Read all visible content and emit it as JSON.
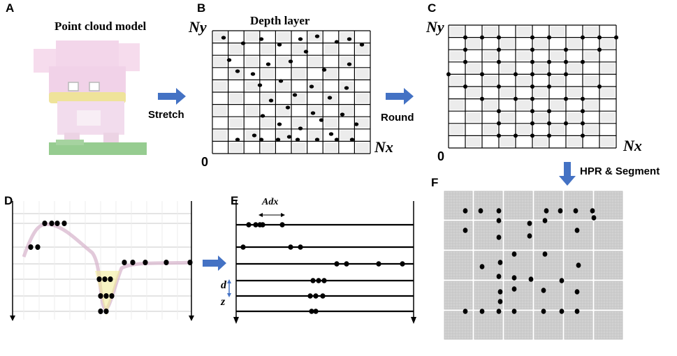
{
  "panels": {
    "A": {
      "letter": "A",
      "title": "Point cloud model"
    },
    "B": {
      "letter": "B",
      "title": "Depth layer",
      "y_axis": "Ny",
      "x_axis": "Nx",
      "origin": "0"
    },
    "C": {
      "letter": "C",
      "y_axis": "Ny",
      "x_axis": "Nx",
      "origin": "0"
    },
    "D": {
      "letter": "D"
    },
    "E": {
      "letter": "E",
      "spacing_label": "Adx",
      "depth_label": "d",
      "z_label": "z"
    },
    "F": {
      "letter": "F"
    }
  },
  "steps": {
    "stretch": "Stretch",
    "round": "Round",
    "hpr": "HPR & Segment"
  },
  "colors": {
    "arrow_blue": "#4472c4",
    "grid_line": "#000000",
    "checker_light": "#e8e8e8",
    "model_pink": "#f3d0e6",
    "model_yellow": "#f0e6a0",
    "model_green": "#8fc98a",
    "tile_gray": "#cfcfcf"
  }
}
